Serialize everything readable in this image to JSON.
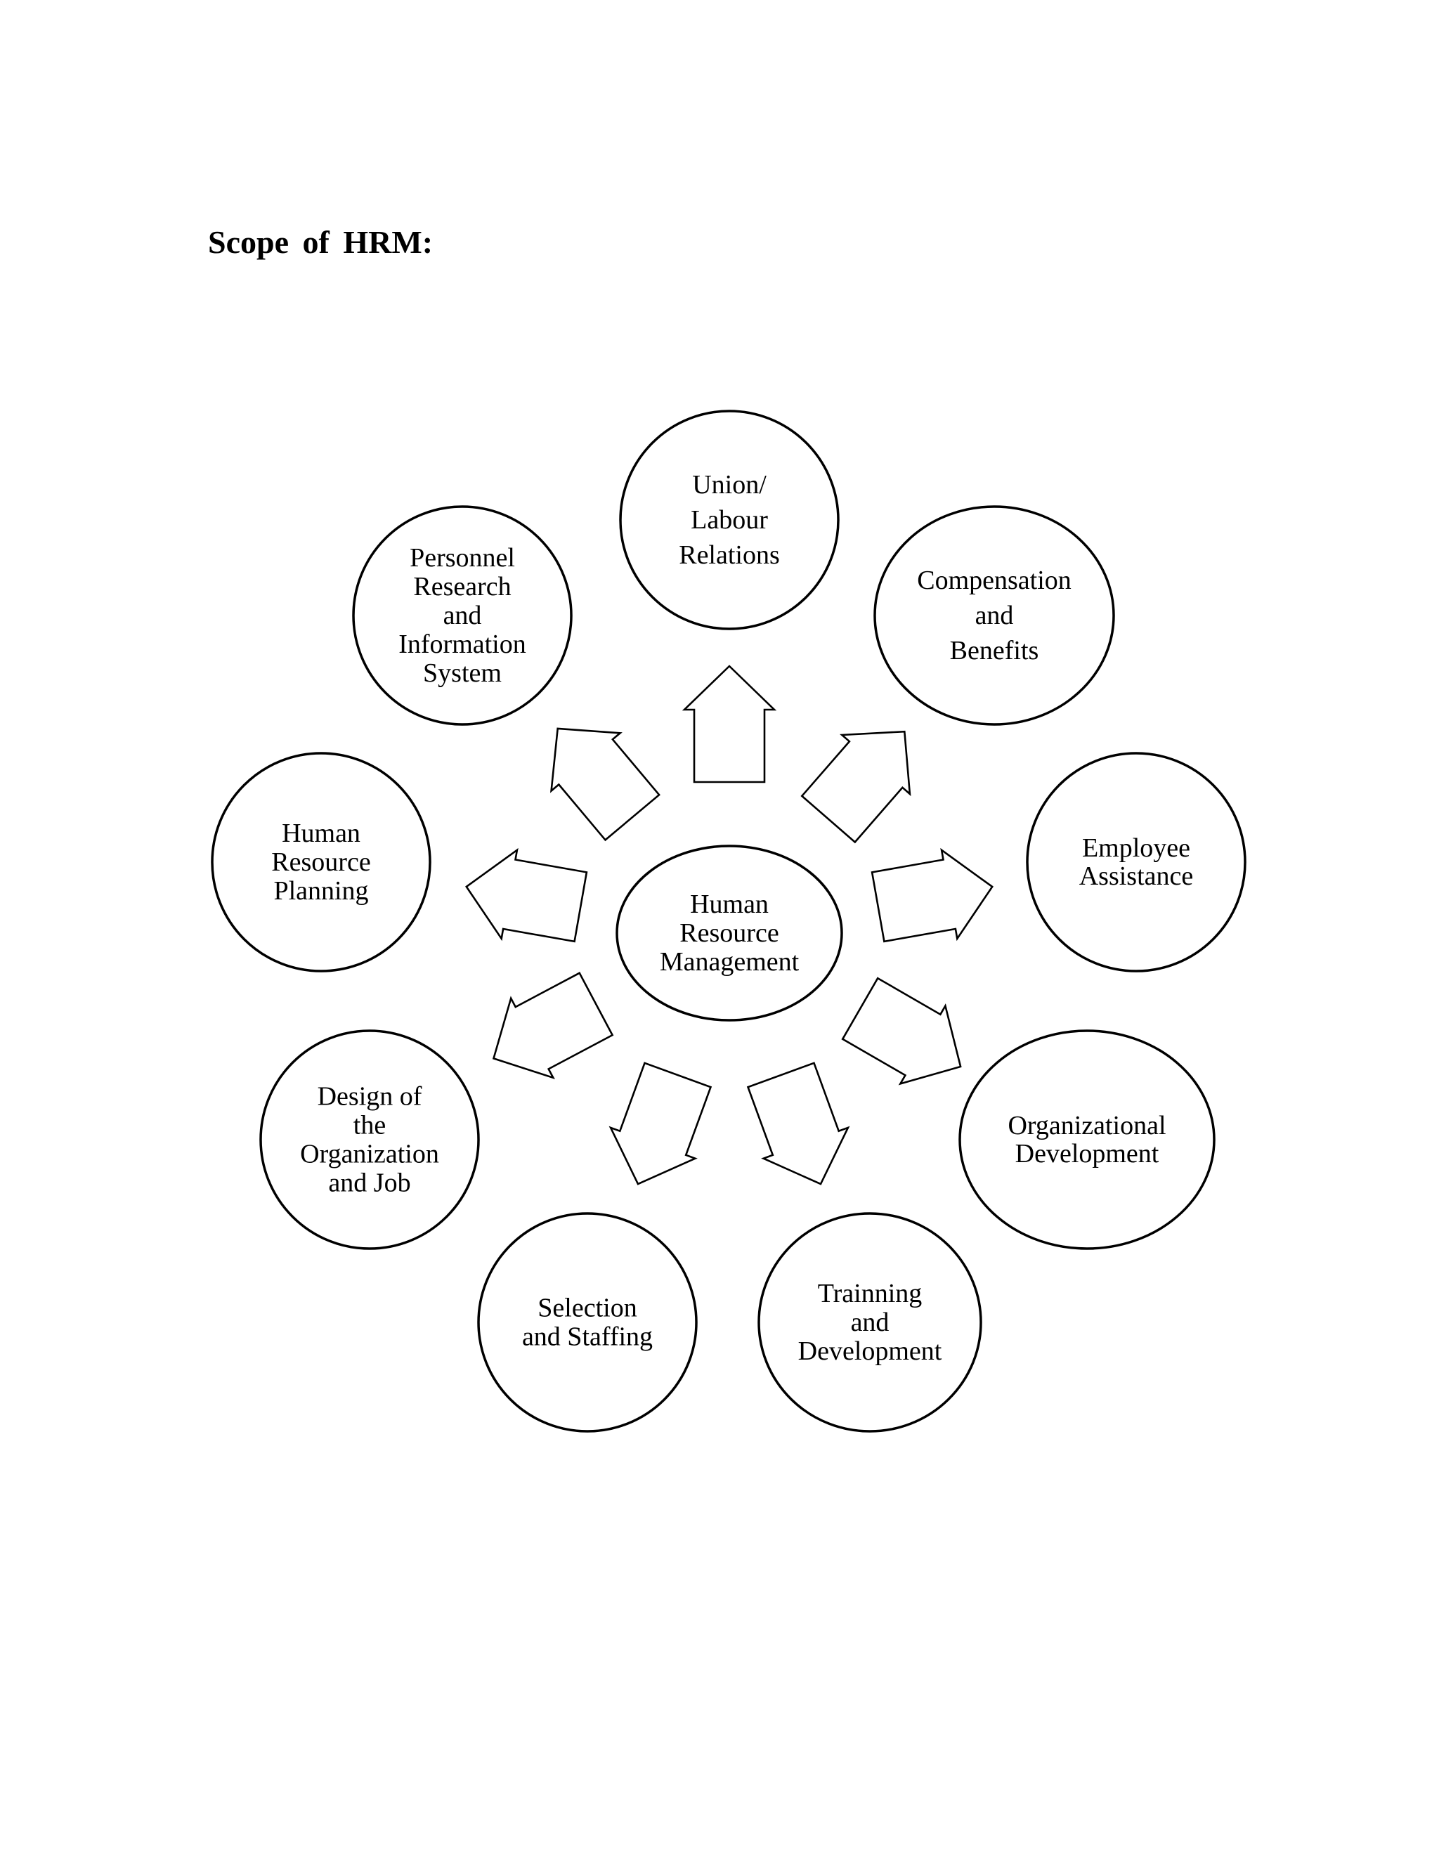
{
  "title": "Scope  of  HRM:",
  "center": {
    "lines": [
      "Human",
      "Resource",
      "Management"
    ]
  },
  "nodes": [
    {
      "id": "union-labour-relations",
      "lines": [
        "Union/",
        "Labour",
        "Relations"
      ]
    },
    {
      "id": "compensation-and-benefits",
      "lines": [
        "Compensation",
        "and",
        "Benefits"
      ]
    },
    {
      "id": "employee-assistance",
      "lines": [
        "Employee",
        "Assistance"
      ]
    },
    {
      "id": "organizational-development",
      "lines": [
        "Organizational",
        "Development"
      ]
    },
    {
      "id": "trainning-and-development",
      "lines": [
        "Trainning",
        "and",
        "Development"
      ]
    },
    {
      "id": "selection-and-staffing",
      "lines": [
        "Selection",
        "and Staffing"
      ]
    },
    {
      "id": "design-of-the-organization-and-job",
      "lines": [
        "Design of",
        "the",
        "Organization",
        "and Job"
      ]
    },
    {
      "id": "human-resource-planning",
      "lines": [
        "Human",
        "Resource",
        "Planning"
      ]
    },
    {
      "id": "personnel-research-and-information-system",
      "lines": [
        "Personnel",
        "Research",
        "and",
        "Information",
        "System"
      ]
    }
  ]
}
